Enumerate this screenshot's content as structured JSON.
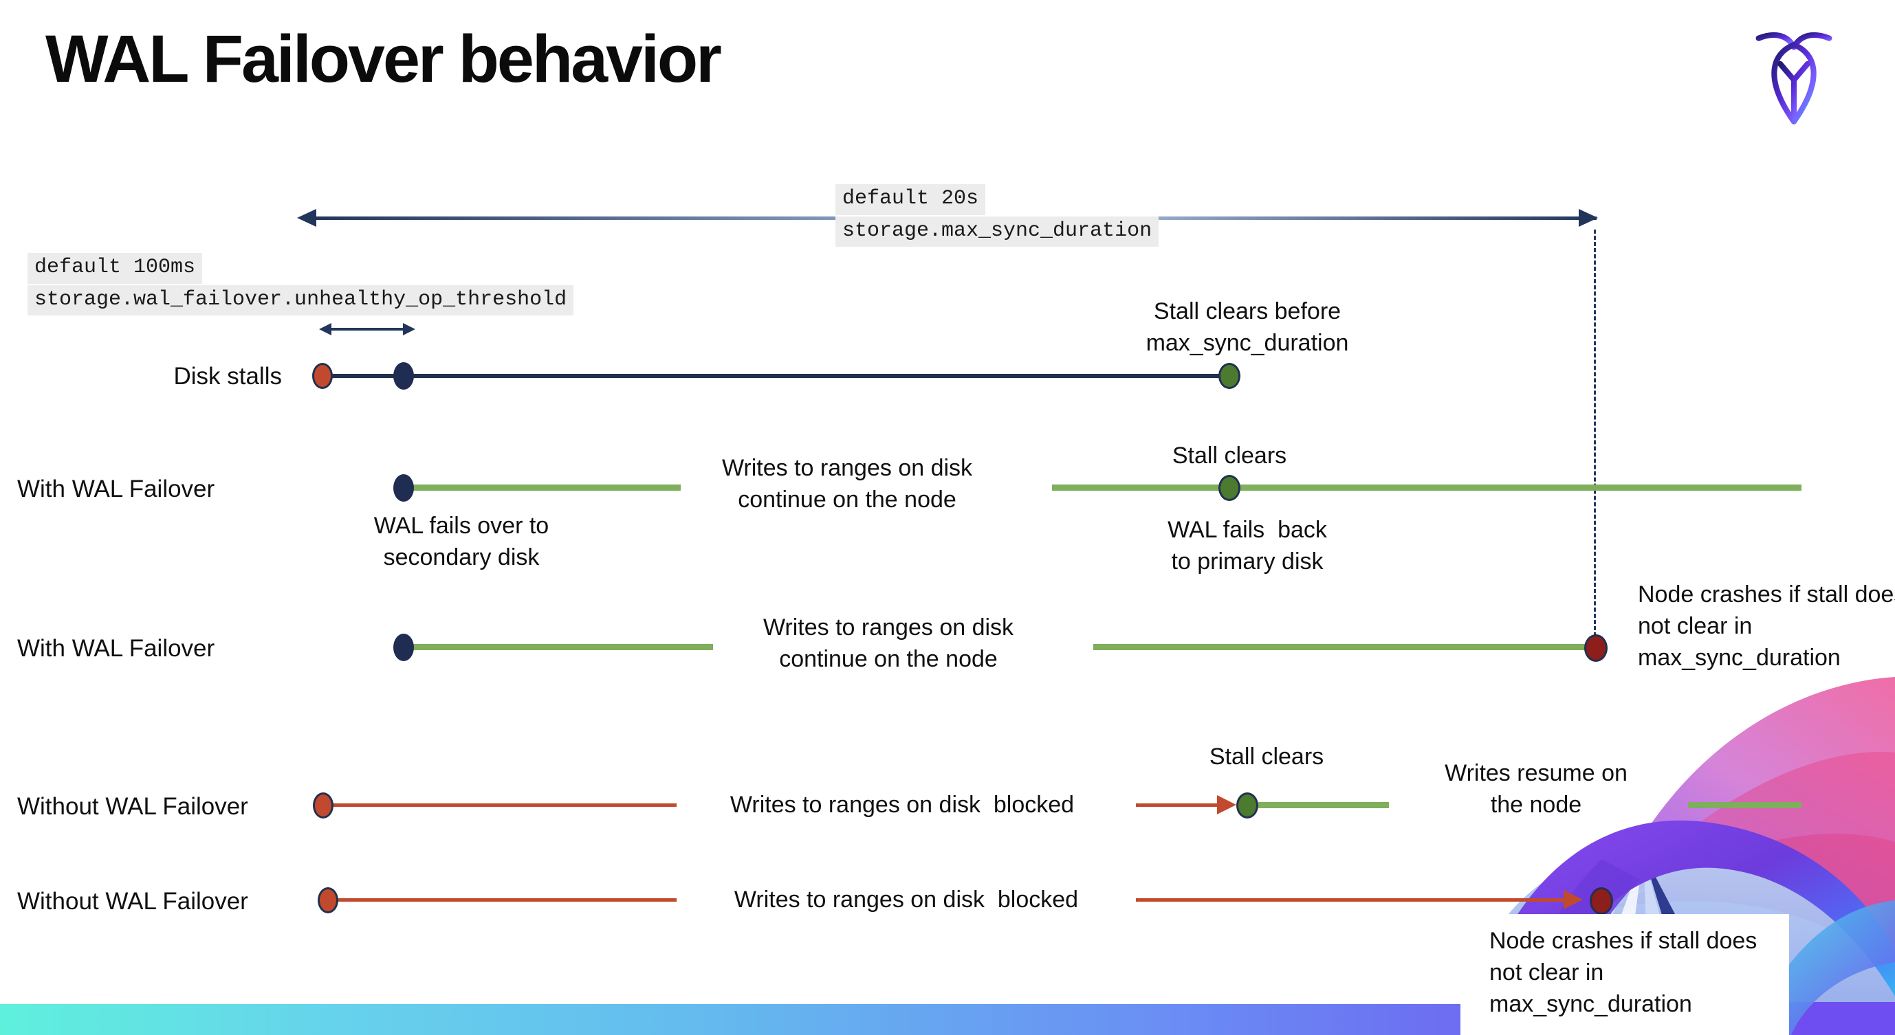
{
  "page": {
    "title": "WAL Failover behavior"
  },
  "brand": {
    "logo_icon": "cockroach-logo"
  },
  "callouts": {
    "max_sync_duration": {
      "line1": "default 20s",
      "line2": "storage.max_sync_duration"
    },
    "unhealthy_op_threshold": {
      "line1": "default 100ms",
      "line2": "storage.wal_failover.unhealthy_op_threshold"
    }
  },
  "rows": [
    {
      "label": "Disk stalls"
    },
    {
      "label": "With WAL Failover"
    },
    {
      "label": "With WAL Failover"
    },
    {
      "label": "Without WAL Failover"
    },
    {
      "label": "Without WAL Failover"
    }
  ],
  "annotations": {
    "stall_clears_before": "Stall clears before max_sync_duration",
    "stall_clears": "Stall clears",
    "wal_fails_over": "WAL fails over to secondary disk",
    "wal_fails_back": "WAL fails  back to primary disk",
    "writes_continue": "Writes to ranges on disk continue on the node",
    "writes_blocked": "Writes to ranges on disk  blocked",
    "writes_resume": "Writes resume on the node",
    "node_crashes": "Node crashes if stall does not clear in max_sync_duration"
  },
  "colors": {
    "navy": "#22304f",
    "green_line": "#7fae5c",
    "green_dot": "#4c7a2e",
    "red": "#c14a2e",
    "dark_red": "#8e1e1c",
    "code_bg": "#ececec",
    "footer_gradient": [
      "#5ff0dc",
      "#64b9ee",
      "#6a8df4",
      "#6e55f1"
    ]
  }
}
